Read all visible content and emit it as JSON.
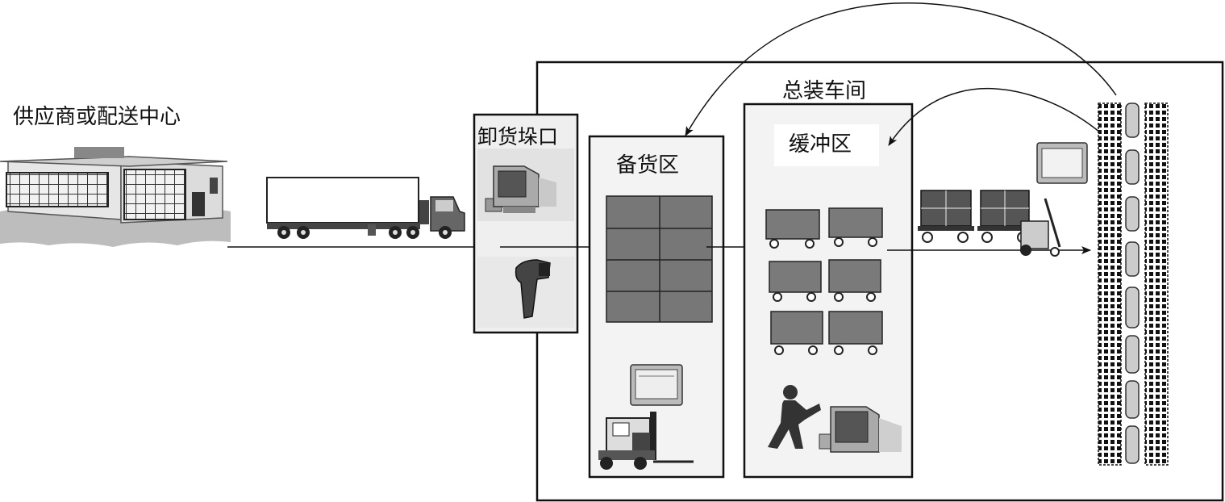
{
  "labels": {
    "supplier": "供应商或配送中心",
    "unloading_dock": "卸货垛口",
    "staging_area": "备货区",
    "assembly_workshop": "总装车间",
    "buffer_area": "缓冲区"
  }
}
